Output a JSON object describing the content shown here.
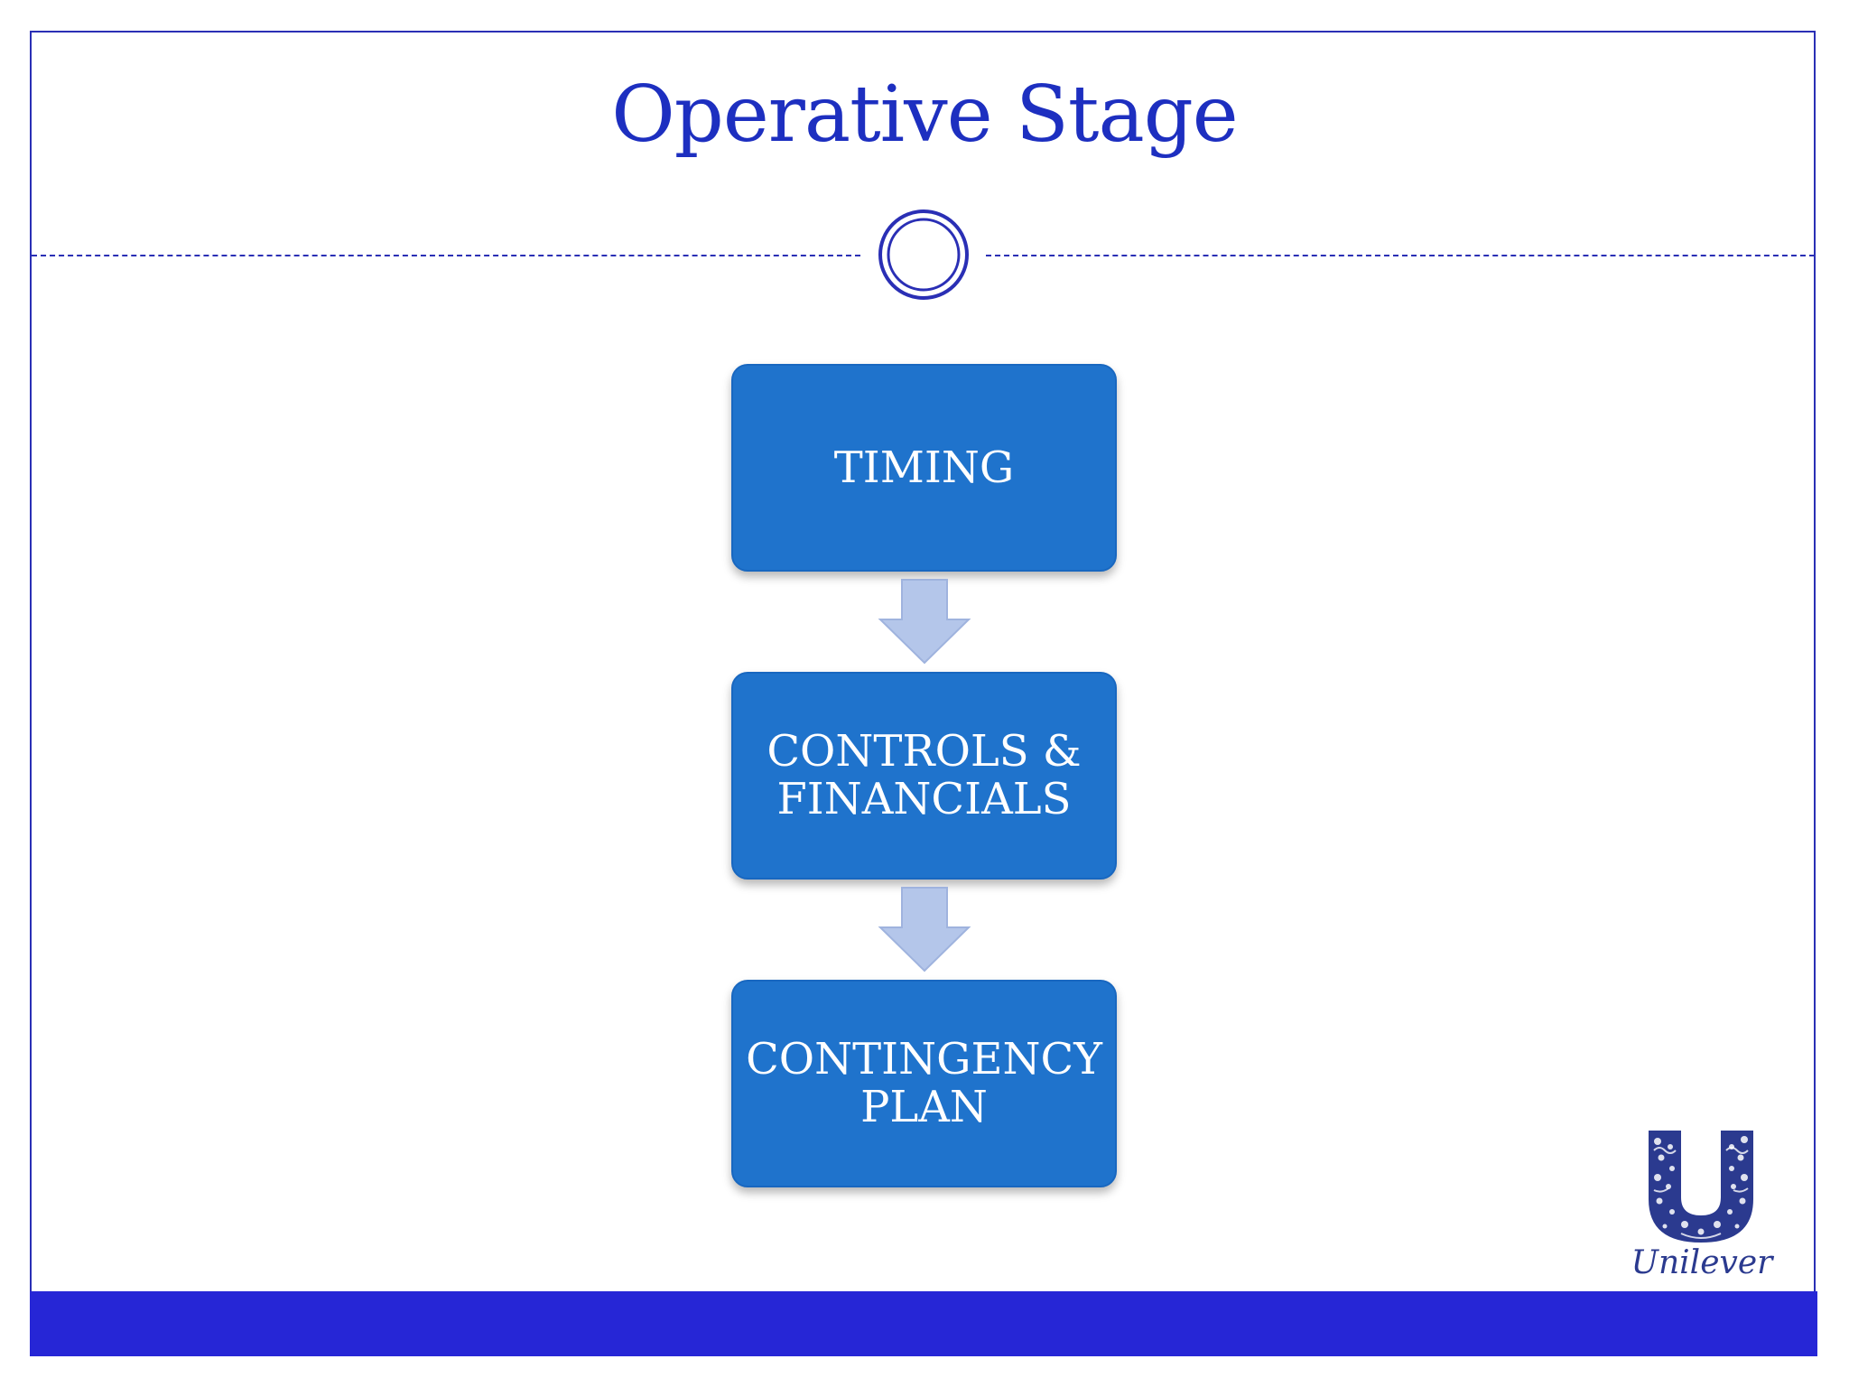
{
  "slide": {
    "title": "Operative Stage",
    "flow": {
      "steps": [
        {
          "label_line1": "TIMING",
          "label_line2": ""
        },
        {
          "label_line1": "CONTROLS &",
          "label_line2": "FINANCIALS"
        },
        {
          "label_line1": "CONTINGENCY",
          "label_line2": "PLAN"
        }
      ]
    },
    "logo": {
      "wordmark": "Unilever"
    }
  },
  "colors": {
    "title": "#1d2fc0",
    "frame": "#2a2fb5",
    "box_fill": "#1f73cc",
    "arrow_fill": "#b4c6ea",
    "footer": "#2626d6",
    "logo": "#2b3a8f"
  },
  "icons": {
    "divider": "double-ring-ornament",
    "arrows": "down-arrow-icon",
    "logo": "unilever-u-logo"
  }
}
